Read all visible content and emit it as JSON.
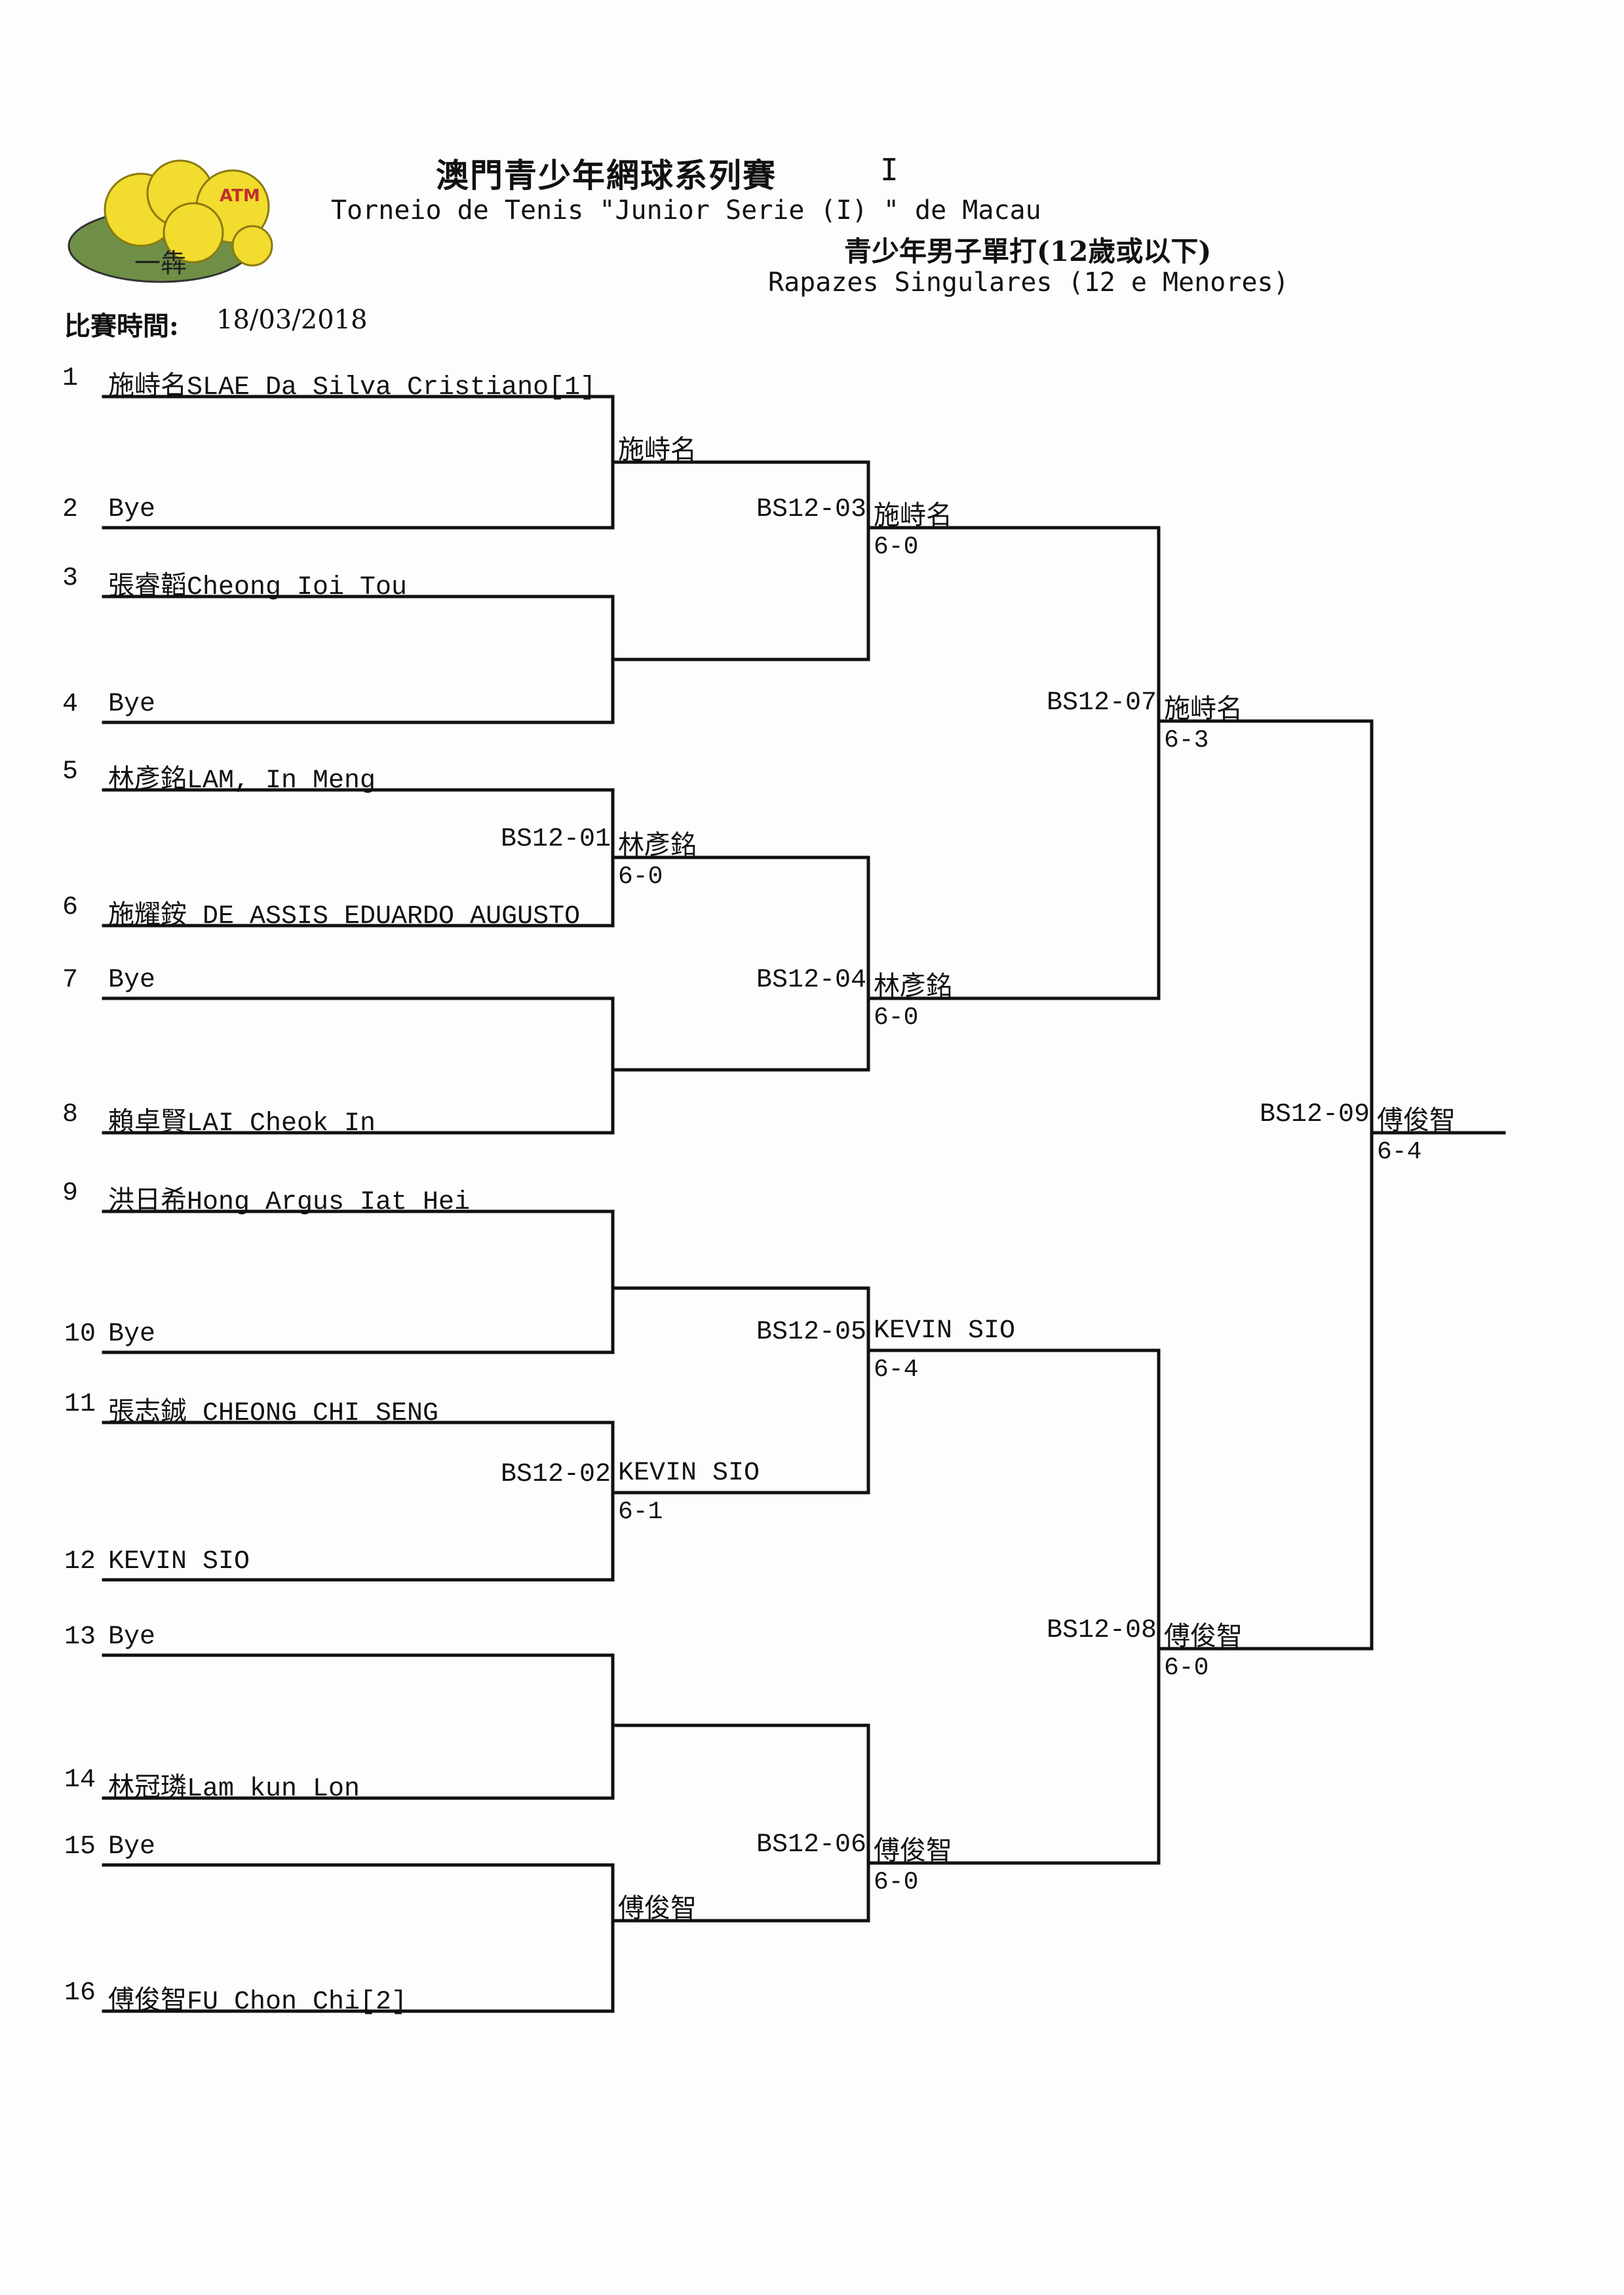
{
  "header": {
    "title_zh": "澳門青少年網球系列賽",
    "title_roman": "I",
    "title_pt": "Torneio de Tenis \"Junior Serie  (I) \" de Macau",
    "category_zh": "青少年男子單打(12歲或以下)",
    "category_pt": "Rapazes Singulares  (12 e Menores)",
    "date_label": "比賽時間:",
    "date_value": "18/03/2018"
  },
  "logo": {
    "badge_text": "ATM",
    "caption": "一犇",
    "ball_color": "#f2dc2e",
    "base_color": "#6f8f46"
  },
  "draw": [
    {
      "num": "1",
      "name": "施峙名SLAE Da Silva Cristiano[1]"
    },
    {
      "num": "2",
      "name": "Bye"
    },
    {
      "num": "3",
      "name": "張睿韜Cheong Ioi Tou"
    },
    {
      "num": "4",
      "name": "Bye"
    },
    {
      "num": "5",
      "name": "林彥銘LAM, In Meng"
    },
    {
      "num": "6",
      "name": "施耀銨 DE ASSIS EDUARDO AUGUSTO"
    },
    {
      "num": "7",
      "name": "Bye"
    },
    {
      "num": "8",
      "name": "賴卓賢LAI Cheok In"
    },
    {
      "num": "9",
      "name": "洪日希Hong Argus Iat Hei"
    },
    {
      "num": "10",
      "name": "Bye"
    },
    {
      "num": "11",
      "name": "張志鋮 CHEONG CHI SENG"
    },
    {
      "num": "12",
      "name": "KEVIN SIO"
    },
    {
      "num": "13",
      "name": "Bye"
    },
    {
      "num": "14",
      "name": "林冠璘Lam kun Lon"
    },
    {
      "num": "15",
      "name": "Bye"
    },
    {
      "num": "16",
      "name": "傅俊智FU Chon Chi[2]"
    }
  ],
  "round2": [
    {
      "code": "",
      "winner": "施峙名",
      "score": ""
    },
    {
      "code": "",
      "winner": "",
      "score": ""
    },
    {
      "code": "BS12-01",
      "winner": "林彥銘",
      "score": "6-0"
    },
    {
      "code": "",
      "winner": "",
      "score": ""
    },
    {
      "code": "",
      "winner": "",
      "score": ""
    },
    {
      "code": "BS12-02",
      "winner": "KEVIN SIO",
      "score": "6-1"
    },
    {
      "code": "",
      "winner": "",
      "score": ""
    },
    {
      "code": "",
      "winner": "傅俊智",
      "score": ""
    }
  ],
  "round3": [
    {
      "code": "BS12-03",
      "winner": "施峙名",
      "score": "6-0"
    },
    {
      "code": "BS12-04",
      "winner": "林彥銘",
      "score": "6-0"
    },
    {
      "code": "BS12-05",
      "winner": "KEVIN SIO",
      "score": "6-4"
    },
    {
      "code": "BS12-06",
      "winner": "傅俊智",
      "score": "6-0"
    }
  ],
  "round4": [
    {
      "code": "BS12-07",
      "winner": "施峙名",
      "score": "6-3"
    },
    {
      "code": "BS12-08",
      "winner": "傅俊智",
      "score": "6-0"
    }
  ],
  "final": {
    "code": "BS12-09",
    "winner": "傅俊智",
    "score": "6-4"
  }
}
